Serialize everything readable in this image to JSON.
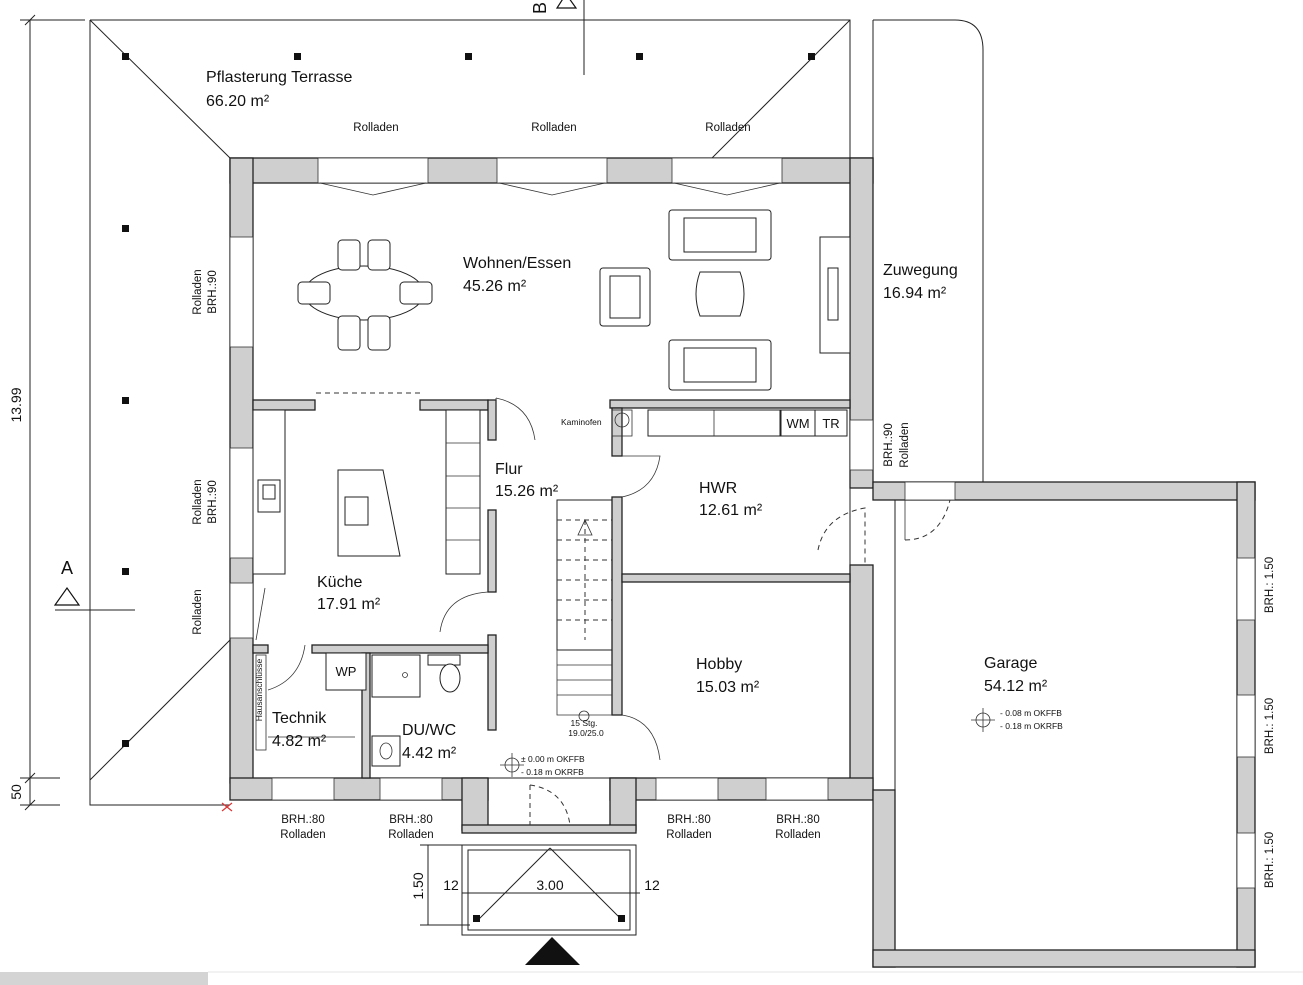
{
  "rooms": {
    "terrasse": {
      "name": "Pflasterung Terrasse",
      "area": "66.20 m²"
    },
    "wohnen": {
      "name": "Wohnen/Essen",
      "area": "45.26 m²"
    },
    "zuwegung": {
      "name": "Zuwegung",
      "area": "16.94 m²"
    },
    "flur": {
      "name": "Flur",
      "area": "15.26 m²"
    },
    "hwr": {
      "name": "HWR",
      "area": "12.61 m²"
    },
    "kueche": {
      "name": "Küche",
      "area": "17.91 m²"
    },
    "hobby": {
      "name": "Hobby",
      "area": "15.03 m²"
    },
    "garage": {
      "name": "Garage",
      "area": "54.12 m²"
    },
    "technik": {
      "name": "Technik",
      "area": "4.82 m²"
    },
    "duwc": {
      "name": "DU/WC",
      "area": "4.42 m²"
    }
  },
  "labels": {
    "rolladen": "Rolladen",
    "brh90": "BRH.:90",
    "brh80": "BRH.:80",
    "brh150": "BRH.: 1.50",
    "kaminofen": "Kaminofen",
    "wm": "WM",
    "tr": "TR",
    "wp": "WP",
    "hausanschluss": "Hausanschlüsse",
    "stairs_count": "15 Stg.",
    "stairs_dims": "19.0/25.0"
  },
  "levels": {
    "flur_okffb": "± 0.00 m OKFFB",
    "flur_okrfb": "- 0.18 m OKRFB",
    "garage_okffb": "- 0.08 m OKFFB",
    "garage_okrfb": "- 0.18 m OKRFB"
  },
  "section_marks": {
    "a": "A",
    "b": "B"
  },
  "dimensions": {
    "height_total": "13.99",
    "height_offset": "50",
    "porch_width": "3.00",
    "porch_depth": "1.50",
    "porch_side_left": "12",
    "porch_side_right": "12"
  },
  "colors": {
    "wall_fill": "#cfcfcf",
    "line": "#222222",
    "background": "#ffffff"
  }
}
